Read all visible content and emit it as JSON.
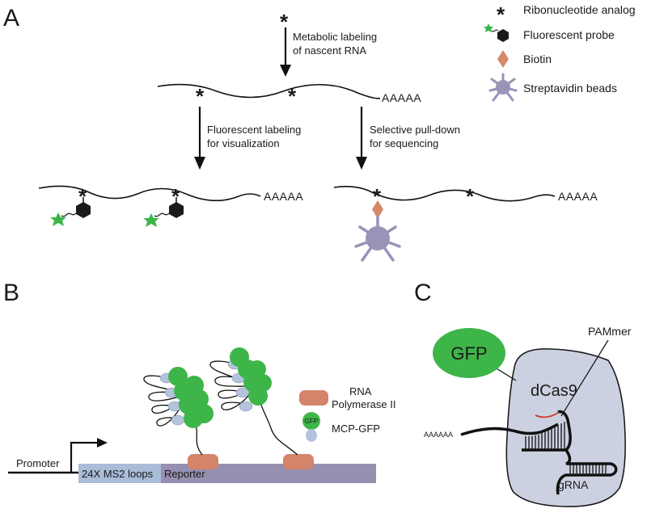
{
  "panels": {
    "a": "A",
    "b": "B",
    "c": "C"
  },
  "legend": {
    "ribonucleotide": "Ribonucleotide analog",
    "probe": "Fluorescent probe",
    "biotin": "Biotin",
    "beads": "Streptavidin beads"
  },
  "panelA": {
    "metabolic_line1": "Metabolic labeling",
    "metabolic_line2": "of nascent RNA",
    "fluor_line1": "Fluorescent labeling",
    "fluor_line2": "for visualization",
    "pull_line1": "Selective pull-down",
    "pull_line2": "for sequencing",
    "polyA": "AAAAA",
    "star": "*"
  },
  "panelB": {
    "rnap_line1": "RNA",
    "rnap_line2": "Polymerase II",
    "gfp": "GFP",
    "mcp": "MCP-GFP",
    "promoter": "Promoter",
    "ms2": "24X MS2 loops",
    "reporter": "Reporter"
  },
  "panelC": {
    "gfp": "GFP",
    "pammer": "PAMmer",
    "dcas9": "dCas9",
    "polyA": "AAAAAA",
    "grna": "gRNA"
  },
  "colors": {
    "green": "#3db549",
    "dark_green": "#2f9e3b",
    "probe_black": "#1a1a1a",
    "biotin": "#d4896a",
    "beads": "#9a93b8",
    "rnap": "#d4846a",
    "ms2_bar": "#a9bcd8",
    "reporter_bar": "#968fb0",
    "mcp": "#b3c3dc",
    "dcas9": "#cbd1e0",
    "pammer_red": "#d33a2c"
  },
  "icons": [
    "asterisk-icon",
    "star-fluorophore-icon",
    "hexagon-probe-icon",
    "diamond-biotin-icon",
    "streptavidin-bead-icon",
    "arrow-down-icon",
    "promoter-arrow-icon"
  ]
}
